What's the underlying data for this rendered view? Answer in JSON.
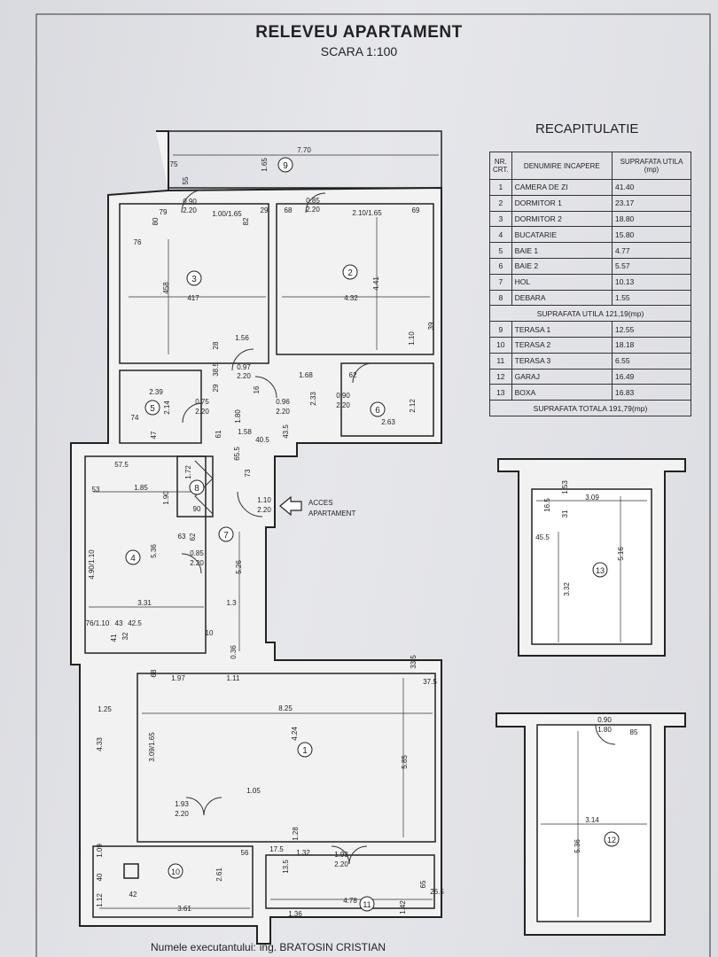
{
  "header": {
    "title": "RELEVEU APARTAMENT",
    "scale": "SCARA 1:100"
  },
  "recap": {
    "title": "RECAPITULATIE",
    "col_nr": "NR. CRT.",
    "col_name": "DENUMIRE INCAPERE",
    "col_area": "SUPRAFATA UTILA (mp)",
    "rows": [
      {
        "nr": "1",
        "name": "CAMERA DE ZI",
        "area": "41.40"
      },
      {
        "nr": "2",
        "name": "DORMITOR 1",
        "area": "23.17"
      },
      {
        "nr": "3",
        "name": "DORMITOR 2",
        "area": "18.80"
      },
      {
        "nr": "4",
        "name": "BUCATARIE",
        "area": "15.80"
      },
      {
        "nr": "5",
        "name": "BAIE 1",
        "area": "4.77"
      },
      {
        "nr": "6",
        "name": "BAIE 2",
        "area": "5.57"
      },
      {
        "nr": "7",
        "name": "HOL",
        "area": "10.13"
      },
      {
        "nr": "8",
        "name": "DEBARA",
        "area": "1.55"
      }
    ],
    "subtotal": "SUPRAFATA UTILA 121,19(mp)",
    "rows2": [
      {
        "nr": "9",
        "name": "TERASA 1",
        "area": "12.55"
      },
      {
        "nr": "10",
        "name": "TERASA 2",
        "area": "18.18"
      },
      {
        "nr": "11",
        "name": "TERASA 3",
        "area": "6.55"
      },
      {
        "nr": "12",
        "name": "GARAJ",
        "area": "16.49"
      },
      {
        "nr": "13",
        "name": "BOXA",
        "area": "16.83"
      }
    ],
    "total": "SUPRAFATA TOTALA 191,79(mp)"
  },
  "plan": {
    "entrance": [
      "ACCES",
      "APARTAMENT"
    ],
    "room_numbers": [
      "1",
      "2",
      "3",
      "4",
      "5",
      "6",
      "7",
      "8",
      "9",
      "10",
      "11",
      "12",
      "13"
    ],
    "dims": {
      "terrace_top_w": "7.70",
      "terrace_top_h": "1.65",
      "d_75": "75",
      "d_55": "55",
      "door_3_w": "0.90",
      "door_3_h": "2.20",
      "win_3": "1.00/1.65",
      "d_79": "79",
      "d_80": "80",
      "d_82": "82",
      "d_29": "29",
      "d_68": "68",
      "door_2_w": "0.85",
      "door_2_h": "2.20",
      "win_2": "2.10/1.65",
      "d_69": "69",
      "d_76": "76",
      "h_3": "458",
      "w_3": "417",
      "w_2": "4.32",
      "h_2": "4.41",
      "d_110": "1.10",
      "d_39": "39",
      "d_28": "28",
      "d_156": "1.56",
      "d_385": "38.5",
      "door_7_w": "0.97",
      "door_7_h": "2.20",
      "d_168": "1.68",
      "d_62": "62",
      "w_5": "2.39",
      "h_5": "2.14",
      "door_5_w": "0.75",
      "door_5_h": "2.20",
      "d_233": "2.33",
      "door_6a_w": "0.96",
      "door_6a_h": "2.20",
      "door_6b_w": "0.90",
      "door_6b_h": "2.20",
      "h_6": "2.12",
      "w_6": "2.63",
      "d_74": "74",
      "d_47": "47",
      "d_180": "1.80",
      "d_158": "1.58",
      "d_405": "40.5",
      "d_435": "43.5",
      "d_61": "61",
      "d_16": "16",
      "d_655": "65.5",
      "d_73": "73",
      "d_575": "57.5",
      "d_53": "53",
      "w_4": "1.85",
      "d_172": "1.72",
      "d_190": "1.90",
      "d_90": "90",
      "door_7b_w": "1.10",
      "door_7b_h": "2.20",
      "d_63": "63",
      "d_62b": "62",
      "h_4": "5.36",
      "win_4": "4.90/1.10",
      "door_4_w": "0.85",
      "door_4_h": "2.20",
      "d_526": "5.26",
      "w_4b": "3.31",
      "d_13": "1.3",
      "win_4b": "76/1.10",
      "d_43": "43",
      "d_425": "42.5",
      "d_41": "41",
      "d_32": "32",
      "d_10": "10",
      "d_36": "0.36",
      "d_68b": "68",
      "d_197": "1.97",
      "d_111": "1.11",
      "d_335": "33.5",
      "d_375": "37.5",
      "d_125": "1.25",
      "w_1": "8.25",
      "d_433": "4.33",
      "win_1": "3.09/1.65",
      "d_424": "4.24",
      "h_1": "5.85",
      "door_1_w": "1.93",
      "door_1_h": "2.20",
      "d_105": "1.05",
      "d_128": "1.28",
      "d_109": "1.09",
      "d_56": "56",
      "d_175": "17.5",
      "d_132": "1.32",
      "door_1b_w": "1.93",
      "door_1b_h": "2.20",
      "d_40": "40",
      "d_261": "2.61",
      "d_135": "13.5",
      "d_112": "1.12",
      "d_42": "42",
      "d_478": "4.78",
      "d_65": "65",
      "d_265": "26.5",
      "d_361": "3.61",
      "d_136": "1.36",
      "d_142": "1.42",
      "w_13": "3.09",
      "d_165": "16.5",
      "d_153": "1.53",
      "d_31": "31",
      "d_455": "45.5",
      "h_13": "5.16",
      "d_332": "3.32",
      "door_12_w": "0.90",
      "door_12_h": "1.80",
      "d_85": "85",
      "w_12": "3.14",
      "h_12": "5.36"
    }
  },
  "footer": {
    "label": "Numele executantului:",
    "value": "ing. BRATOSIN CRISTIAN"
  }
}
